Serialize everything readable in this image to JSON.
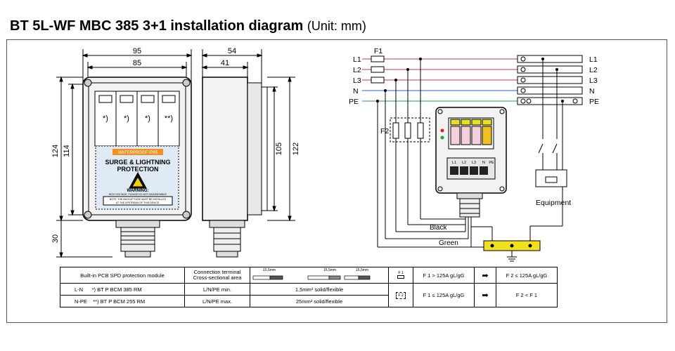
{
  "title": {
    "main": "BT 5L-WF MBC 385 3+1 installation diagram",
    "unit": "(Unit: mm)"
  },
  "front": {
    "dim_95": "95",
    "dim_85": "85",
    "dim_124": "124",
    "dim_114": "114",
    "dim_30": "30",
    "module_marks": [
      "*)",
      "*)",
      "*)",
      "**)"
    ],
    "waterproof": "WATERPROOF IP65",
    "label_line1": "SURGE & LIGHTNING",
    "label_line2": "PROTECTION",
    "warning": "WARNING:",
    "warning_text": "HIGH VOLTAGE, PLEASE DO NOT DISASSEMBLE!",
    "note1": "NOTE: THE BACKUP FUSE MUST BE INSTALLED",
    "note2": "AT THE UPSTREAM OF THIS DEVICE."
  },
  "side": {
    "dim_54": "54",
    "dim_41": "41",
    "dim_105": "105",
    "dim_122": "122"
  },
  "wiring": {
    "f1": "F1",
    "f2": "F2",
    "lines_left": [
      "L1",
      "L2",
      "L3",
      "N",
      "PE"
    ],
    "lines_right": [
      "L1",
      "L2",
      "L3",
      "N",
      "PE"
    ],
    "terminals": [
      "L1",
      "L2",
      "L3",
      "N",
      "PE"
    ],
    "equipment": "Equipment",
    "black": "Black",
    "green": "Green",
    "colors": {
      "L1": "#cc3355",
      "L2": "#cc3355",
      "L3": "#cc3355",
      "N": "#2266cc",
      "PE": "#22aa44",
      "ground_bar": "#f0e020"
    }
  },
  "table": {
    "h_module": "Built-in PCB SPD protection module",
    "h_terminal_1": "Connection terminal",
    "h_terminal_2": "Cross-sectional area",
    "strip1": "15,5mm",
    "strip2": "15,5mm",
    "strip3": "15,5mm",
    "f1_sym": "F 1",
    "f2_sym": "F 2",
    "r1_type": "L-N",
    "r1_model": "*) BT P BCM 385 RM",
    "r1_term": "L/N/PE min.",
    "r1_area": "1,5mm² solid/flexible",
    "r2_type": "N-PE",
    "r2_model": "**) BT P BCM 255 RM",
    "r2_term": "L/N/PE max.",
    "r2_area": "25mm² solid/flexible",
    "rule1_left": "F 1 > 125A gL/gG",
    "rule1_right": "F 2 ≤ 125A gL/gG",
    "rule2_left": "F 1 ≤ 125A gL/gG",
    "rule2_right": "F 2 <  F 1"
  }
}
